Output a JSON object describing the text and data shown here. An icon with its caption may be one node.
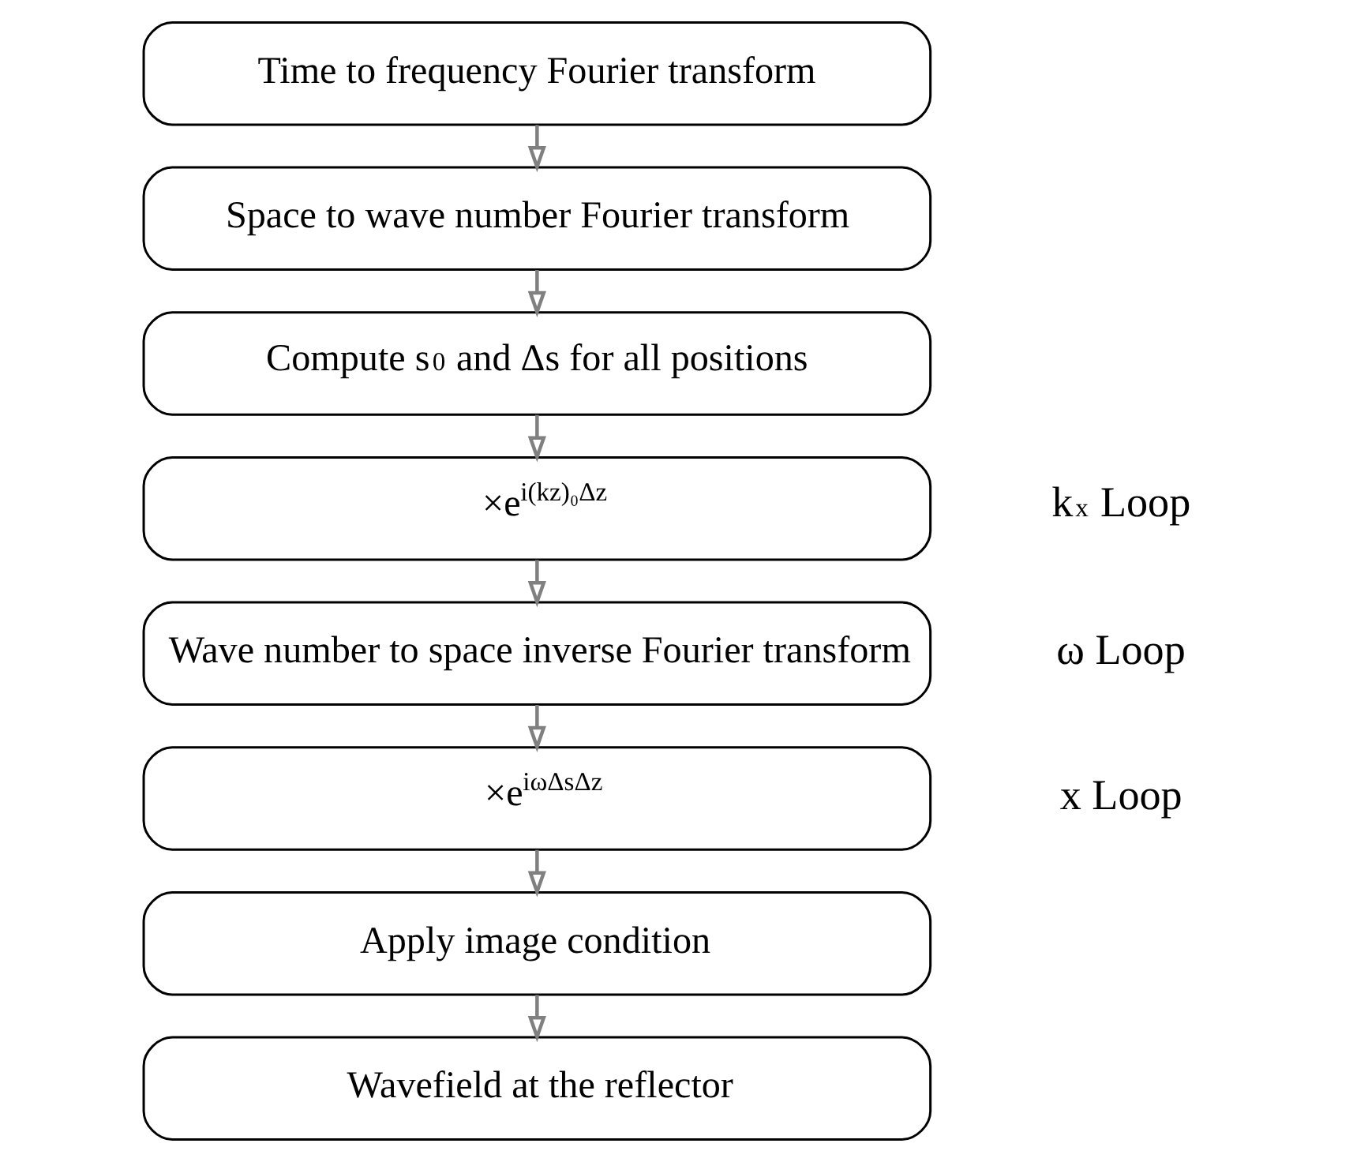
{
  "diagram": {
    "nodes": [
      {
        "text": [
          "Time to frequency Fourier transform"
        ]
      },
      {
        "text": [
          "Space to wave number Fourier transform"
        ]
      },
      {
        "text": [
          "Compute s$_{0}$ and Δs for all positions"
        ]
      },
      {
        "text": [
          "×e$^{i(kz)₀Δz}$"
        ]
      },
      {
        "text": [
          "Wave number to space inverse Fourier transform"
        ]
      },
      {
        "text": [
          "×e$^{iωΔsΔz}$"
        ]
      },
      {
        "text": [
          "Apply image condition"
        ]
      },
      {
        "text": [
          "Wavefield at the reflector"
        ]
      }
    ],
    "edges": [
      {
        "from": 0,
        "to": 1,
        "arrow": "to"
      },
      {
        "from": 1,
        "to": 2,
        "arrow": "to"
      },
      {
        "from": 2,
        "to": 3,
        "arrow": "to"
      },
      {
        "from": 3,
        "to": 4,
        "arrow": "to"
      },
      {
        "from": 4,
        "to": 5,
        "arrow": "to"
      },
      {
        "from": 5,
        "to": 6,
        "arrow": "to"
      },
      {
        "from": 6,
        "to": 7,
        "arrow": "to"
      }
    ],
    "labels": [
      "k$_{x}$ Loop",
      "ω Loop",
      "x Loop"
    ]
  }
}
